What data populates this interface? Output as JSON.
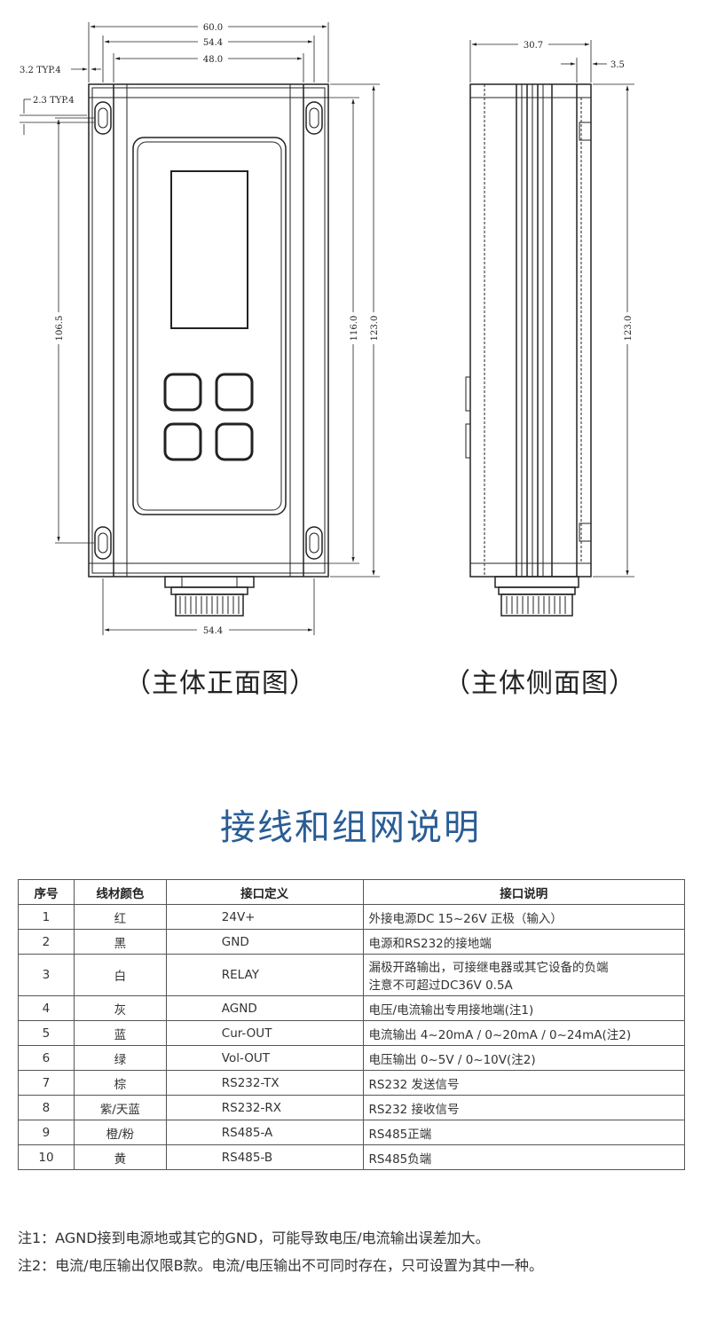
{
  "drawing": {
    "front": {
      "dims": {
        "overall_width": "60.0",
        "hole_span": "54.4",
        "inner_width": "48.0",
        "edge_left": "3.2 TYP.4",
        "edge_top": "2.3 TYP.4",
        "hole_height": "106.5",
        "body_height": "116.0",
        "overall_height": "123.0",
        "bottom_span": "54.4"
      }
    },
    "side": {
      "dims": {
        "depth": "30.7",
        "flange": "3.5",
        "height": "123.0"
      }
    },
    "captions": {
      "front": "（主体正面图）",
      "side": "（主体侧面图）"
    }
  },
  "section_title": "接线和组网说明",
  "table": {
    "headers": [
      "序号",
      "线材颜色",
      "接口定义",
      "接口说明"
    ],
    "rows": [
      {
        "no": "1",
        "color": "红",
        "def": "24V+",
        "desc": [
          "外接电源DC 15~26V 正极（输入）"
        ]
      },
      {
        "no": "2",
        "color": "黑",
        "def": "GND",
        "desc": [
          "电源和RS232的接地端"
        ]
      },
      {
        "no": "3",
        "color": "白",
        "def": "RELAY",
        "desc": [
          "漏极开路输出，可接继电器或其它设备的负端",
          "注意不可超过DC36V 0.5A"
        ]
      },
      {
        "no": "4",
        "color": "灰",
        "def": "AGND",
        "desc": [
          "电压/电流输出专用接地端(注1)"
        ]
      },
      {
        "no": "5",
        "color": "蓝",
        "def": "Cur-OUT",
        "desc": [
          "电流输出 4~20mA / 0~20mA / 0~24mA(注2)"
        ]
      },
      {
        "no": "6",
        "color": "绿",
        "def": "Vol-OUT",
        "desc": [
          "电压输出 0~5V / 0~10V(注2)"
        ]
      },
      {
        "no": "7",
        "color": "棕",
        "def": "RS232-TX",
        "desc": [
          "RS232 发送信号"
        ]
      },
      {
        "no": "8",
        "color": "紫/天蓝",
        "def": "RS232-RX",
        "desc": [
          "RS232 接收信号"
        ]
      },
      {
        "no": "9",
        "color": "橙/粉",
        "def": "RS485-A",
        "desc": [
          "RS485正端"
        ]
      },
      {
        "no": "10",
        "color": "黄",
        "def": "RS485-B",
        "desc": [
          "RS485负端"
        ]
      }
    ]
  },
  "notes": [
    "注1：AGND接到电源地或其它的GND，可能导致电压/电流输出误差加大。",
    "注2：电流/电压输出仅限B款。电流/电压输出不可同时存在，只可设置为其中一种。"
  ]
}
